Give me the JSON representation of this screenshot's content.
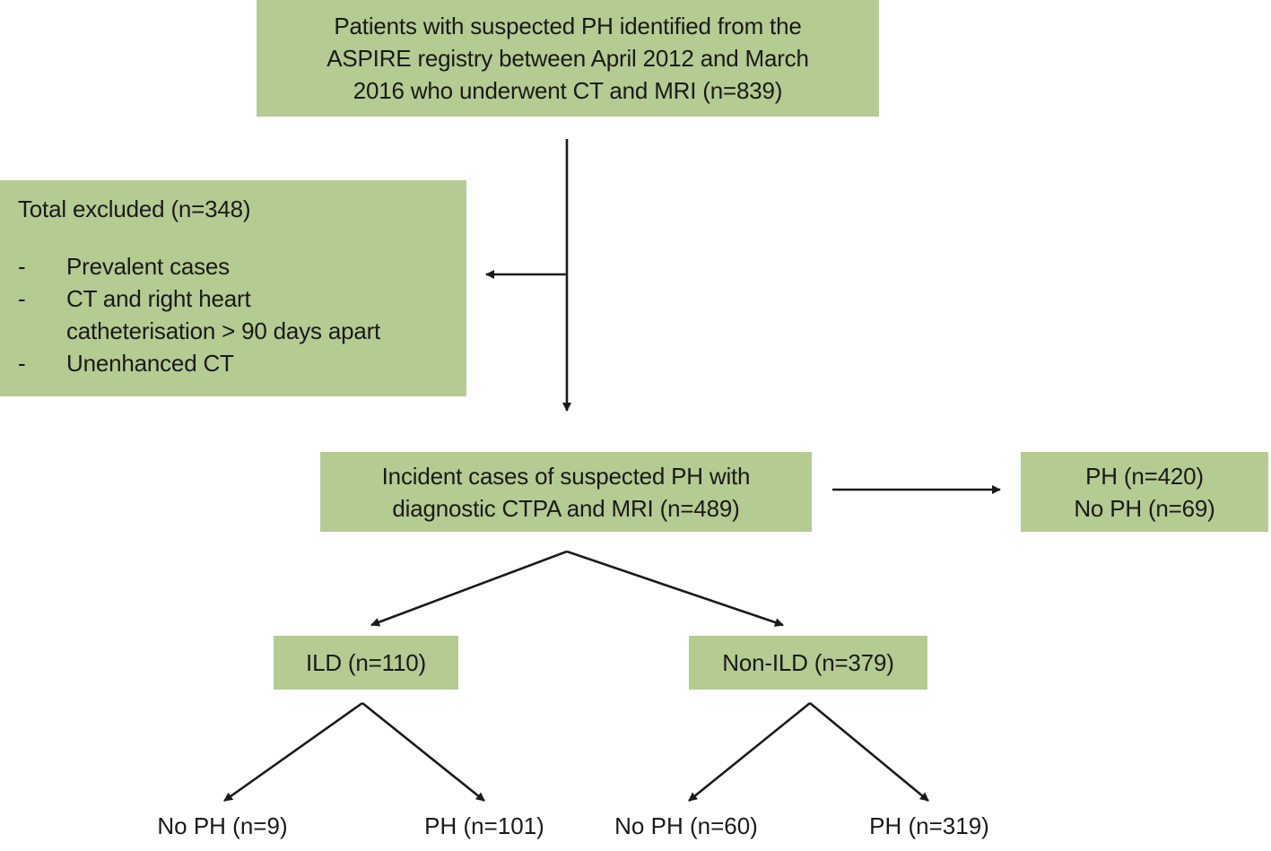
{
  "flowchart": {
    "top_box": {
      "lines": [
        "Patients with suspected PH identified from the",
        "ASPIRE registry between April 2012 and March",
        "2016 who underwent CT and MRI (n=839)"
      ]
    },
    "excluded_box": {
      "title": "Total excluded (n=348)",
      "bullet": "-",
      "items": [
        {
          "lines": [
            "Prevalent cases"
          ]
        },
        {
          "lines": [
            "CT and right heart",
            "catheterisation  > 90 days apart"
          ]
        },
        {
          "lines": [
            "Unenhanced CT"
          ]
        }
      ]
    },
    "incident_box": {
      "lines": [
        "Incident cases of suspected PH with",
        "diagnostic CTPA and MRI (n=489)"
      ]
    },
    "ph_total_box": {
      "lines": [
        "PH (n=420)",
        "No PH (n=69)"
      ]
    },
    "ild_box": {
      "label": "ILD (n=110)"
    },
    "non_ild_box": {
      "label": "Non-ILD (n=379)"
    },
    "ild_leaves": {
      "no_ph": "No PH (n=9)",
      "ph": "PH (n=101)"
    },
    "non_ild_leaves": {
      "no_ph": "No PH (n=60)",
      "ph": "PH (n=319)"
    },
    "colors": {
      "box_fill": "#b4cb92",
      "line": "#1a1a1a",
      "text": "#1a1a1a"
    }
  }
}
